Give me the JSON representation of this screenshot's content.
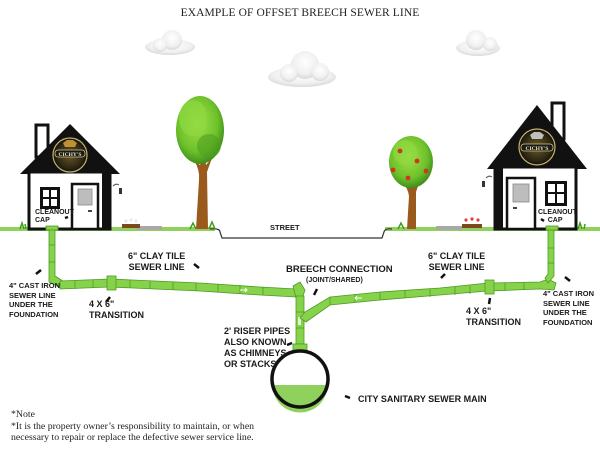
{
  "title": "EXAMPLE OF OFFSET BREECH SEWER LINE",
  "colors": {
    "pipe": "#86d24a",
    "pipe_stroke": "#4e9a25",
    "house_black": "#111111",
    "ground_green": "#8fd15c",
    "sewer_fill": "#8fd15c"
  },
  "labels": {
    "street": "STREET",
    "cleanout_left": "CLEANOUT\nCAP",
    "cleanout_right": "CLEANOUT\n     CAP",
    "clay_tile_left": "6\" CLAY TILE\nSEWER LINE",
    "clay_tile_right": "6\" CLAY TILE\nSEWER LINE",
    "cast_iron_left": "4\" CAST IRON\nSEWER LINE\nUNDER THE\nFOUNDATION",
    "cast_iron_right": "4\" CAST IRON\nSEWER LINE\nUNDER THE\nFOUNDATION",
    "transition_left": "4 X 6\"\nTRANSITION",
    "transition_right": "4 X 6\"\nTRANSITION",
    "breech_title": "BREECH CONNECTION",
    "breech_sub": "(JOINT/SHARED)",
    "riser": "2' RISER PIPES\nALSO KNOWN\nAS CHIMNEYS\nOR STACKS",
    "city_main": "CITY SANITARY SEWER MAIN"
  },
  "logo": {
    "text": "CICHY'S"
  },
  "notes": [
    "*Note",
    "*It is the property owner’s responsibility to maintain, or when",
    "necessary to repair or replace the defective sewer service line."
  ]
}
